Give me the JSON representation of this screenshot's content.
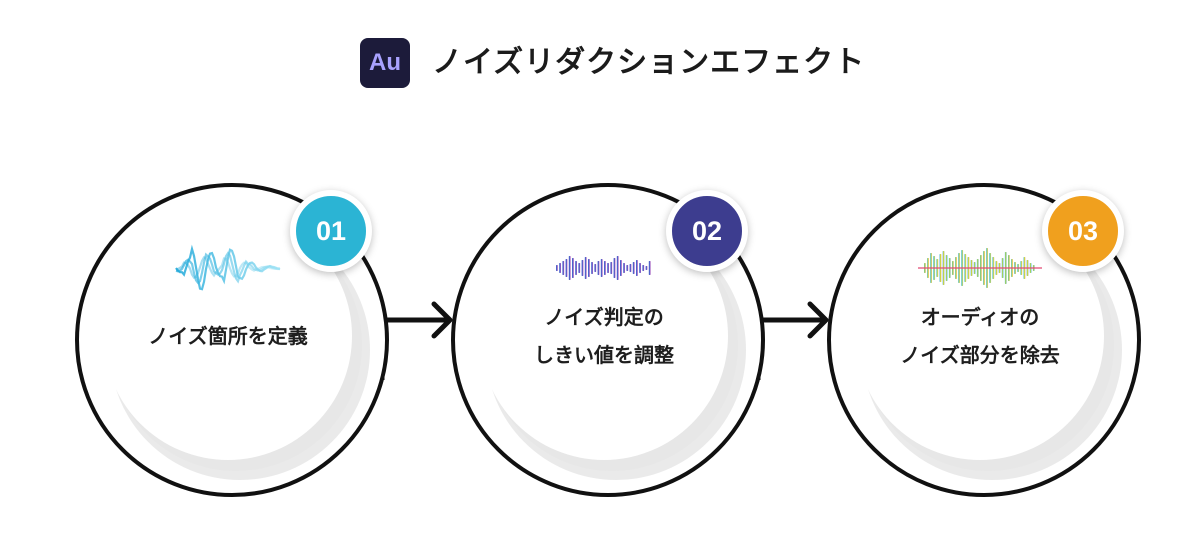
{
  "header": {
    "logo_text": "Au",
    "title": "ノイズリダクションエフェクト"
  },
  "steps": [
    {
      "number": "01",
      "color": "#2bb4d4",
      "lines": [
        "ノイズ箇所を定義"
      ],
      "icon": "blue-waveform-icon"
    },
    {
      "number": "02",
      "color": "#3d3d8f",
      "lines": [
        "ノイズ判定の",
        "しきい値を調整"
      ],
      "icon": "purple-waveform-icon"
    },
    {
      "number": "03",
      "color": "#f0a01e",
      "lines": [
        "オーディオの",
        "ノイズ部分を除去"
      ],
      "icon": "rainbow-waveform-icon"
    }
  ],
  "colors": {
    "ring": "#111111",
    "arrow": "#111111",
    "disc_fill": "#ffffff"
  }
}
